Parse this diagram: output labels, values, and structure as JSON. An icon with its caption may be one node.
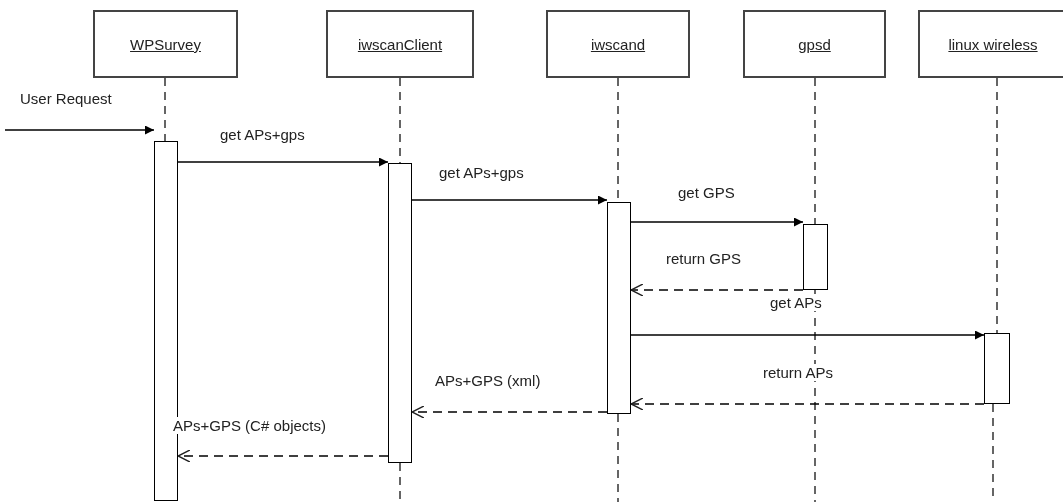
{
  "diagram": {
    "nodes": [
      {
        "text": [
          "WPSurvey"
        ]
      },
      {
        "text": [
          "iwscanClient"
        ]
      },
      {
        "text": [
          "iwscand"
        ]
      },
      {
        "text": [
          "gpsd"
        ]
      },
      {
        "text": [
          "linux wireless"
        ]
      },
      {
        "text": [],
        "shape": "bar"
      },
      {
        "text": [],
        "shape": "bar"
      },
      {
        "text": [],
        "shape": "bar"
      },
      {
        "text": [],
        "shape": "bar"
      },
      {
        "text": [],
        "shape": "bar"
      }
    ],
    "edges": [
      {
        "from": null,
        "to": 5,
        "arrow": "to",
        "label": "User Request"
      },
      {
        "from": 5,
        "to": 6,
        "arrow": "to",
        "label": "get APs+gps"
      },
      {
        "from": 6,
        "to": 7,
        "arrow": "to",
        "label": "get APs+gps"
      },
      {
        "from": 7,
        "to": 8,
        "arrow": "to",
        "label": "get GPS"
      },
      {
        "from": 8,
        "to": 7,
        "arrow": "to",
        "label": "return GPS",
        "style": "dashed"
      },
      {
        "from": 7,
        "to": 9,
        "arrow": "to",
        "label": "get APs"
      },
      {
        "from": 9,
        "to": 7,
        "arrow": "to",
        "label": "return APs",
        "style": "dashed"
      },
      {
        "from": 7,
        "to": 6,
        "arrow": "to",
        "label": "APs+GPS (xml)",
        "style": "dashed"
      },
      {
        "from": 6,
        "to": 5,
        "arrow": "to",
        "label": "APs+GPS (C# objects)",
        "style": "dashed"
      },
      {
        "from": 0,
        "to": 5,
        "arrow": "none",
        "style": "dashed"
      },
      {
        "from": 1,
        "to": 6,
        "arrow": "none",
        "style": "dashed"
      },
      {
        "from": 2,
        "to": 7,
        "arrow": "none",
        "style": "dashed"
      },
      {
        "from": 3,
        "to": 8,
        "arrow": "none",
        "style": "dashed"
      },
      {
        "from": 4,
        "to": 9,
        "arrow": "none",
        "style": "dashed"
      }
    ]
  }
}
